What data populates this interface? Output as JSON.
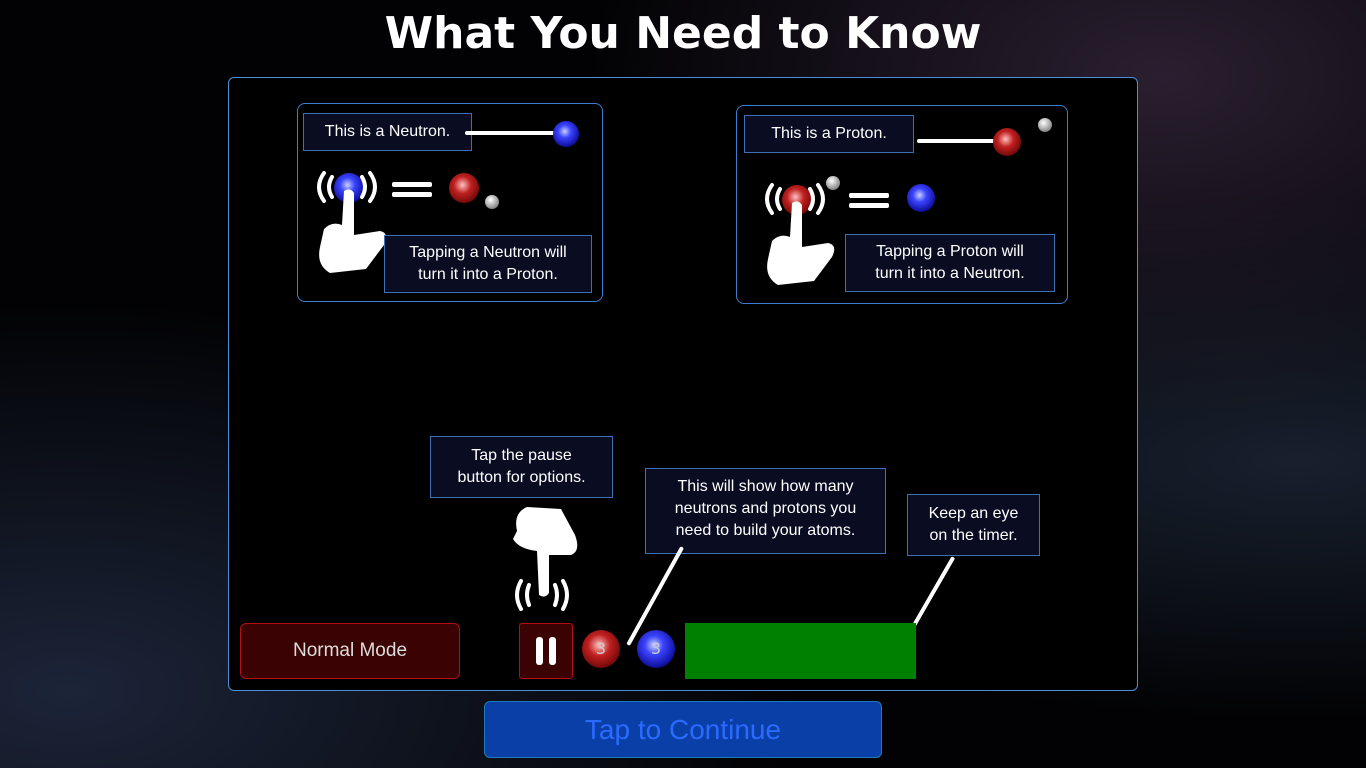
{
  "title": "What You Need to Know",
  "neutron_panel": {
    "label": "This is a Neutron.",
    "desc_line1": "Tapping a Neutron will",
    "desc_line2": "turn it into a Proton."
  },
  "proton_panel": {
    "label": "This is a Proton.",
    "desc_line1": "Tapping a Proton will",
    "desc_line2": "turn it into a Neutron."
  },
  "pause_tip": {
    "line1": "Tap the pause",
    "line2": "button for options."
  },
  "counter_tip": {
    "line1": "This will show how many",
    "line2": "neutrons and protons you",
    "line3": "need to build your atoms."
  },
  "timer_tip": {
    "line1": "Keep an eye",
    "line2": "on the timer."
  },
  "hud": {
    "mode": "Normal Mode",
    "proton_count": "3",
    "neutron_count": "3",
    "timer_color": "#008000"
  },
  "continue": "Tap to Continue"
}
